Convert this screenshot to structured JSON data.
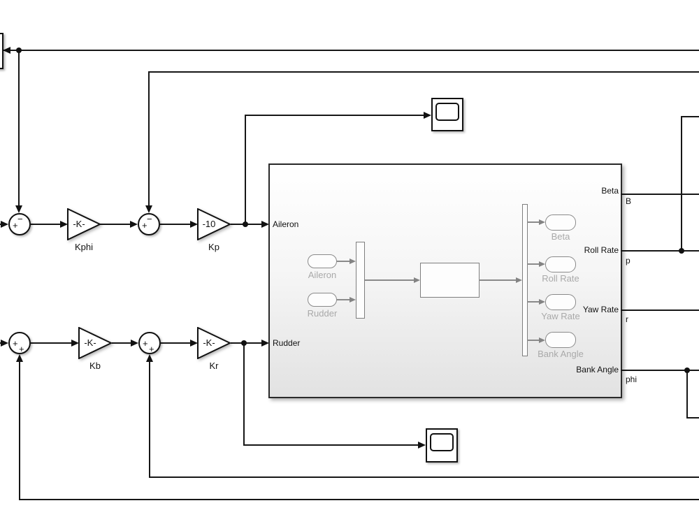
{
  "colors": {
    "canvas_bg": "#ffffff",
    "wire": "#161616",
    "block_border": "#111111",
    "preview_line": "#8a8a8a",
    "preview_text": "#a9a9a9",
    "subsystem_gradient_top": "#ffffff",
    "subsystem_gradient_bottom": "#e2e2e2"
  },
  "sums": {
    "top1": {
      "left_sign": "+",
      "top_sign": "−"
    },
    "top2": {
      "left_sign": "+",
      "top_sign": "−"
    },
    "bottom1": {
      "left_sign": "+",
      "bottom_sign": "+"
    },
    "bottom2": {
      "left_sign": "+",
      "bottom_sign": "+"
    }
  },
  "gains": {
    "kphi": {
      "value": "-K-",
      "label": "Kphi"
    },
    "kp": {
      "value": "-10",
      "label": "Kp"
    },
    "kb": {
      "value": "-K-",
      "label": "Kb"
    },
    "kr": {
      "value": "-K-",
      "label": "Kr"
    }
  },
  "subsystem": {
    "inports": [
      {
        "label": "Aileron"
      },
      {
        "label": "Rudder"
      }
    ],
    "outports": [
      {
        "label": "Beta",
        "signal": "B"
      },
      {
        "label": "Roll Rate",
        "signal": "p"
      },
      {
        "label": "Yaw Rate",
        "signal": "r"
      },
      {
        "label": "Bank Angle",
        "signal": "phi"
      }
    ],
    "preview": {
      "inports": [
        "Aileron",
        "Rudder"
      ],
      "outports": [
        "Beta",
        "Roll Rate",
        "Yaw Rate",
        "Bank Angle"
      ]
    }
  }
}
